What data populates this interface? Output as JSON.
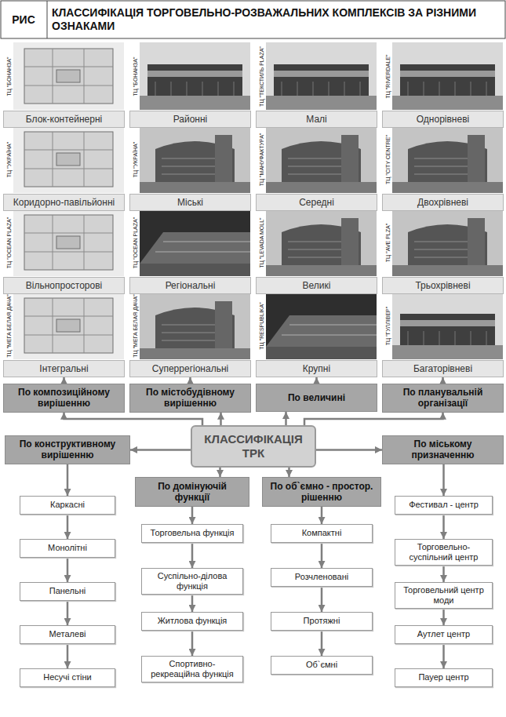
{
  "diagram": {
    "title": "КЛАССИФІКАЦІЯ ТОРГОВЕЛЬНО-РОЗВАЖАЛЬНИХ КОМПЛЕКСІВ ЗА РІЗНИМИ ОЗНАКАМИ",
    "nodes": [
      {
        "text": [
          "Блок-контейнерні"
        ]
      },
      {
        "text": [
          "Районні"
        ]
      },
      {
        "text": [
          "Малі"
        ]
      },
      {
        "text": [
          "Однорівневі"
        ]
      },
      {
        "text": [
          "Коридорно-павільйонні"
        ]
      },
      {
        "text": [
          "Міські"
        ]
      },
      {
        "text": [
          "Середні"
        ]
      },
      {
        "text": [
          "Двохрівневі"
        ]
      },
      {
        "text": [
          "Вільнопросторові"
        ]
      },
      {
        "text": [
          "Регіональні"
        ]
      },
      {
        "text": [
          "Великі"
        ]
      },
      {
        "text": [
          "Трьохрівневі"
        ]
      },
      {
        "text": [
          "Інтегральні"
        ]
      },
      {
        "text": [
          "Суперрегіональні"
        ]
      },
      {
        "text": [
          "Крупні"
        ]
      },
      {
        "text": [
          "Багаторівневі"
        ]
      },
      {
        "text": [
          "По композиційному вирішенню"
        ]
      },
      {
        "text": [
          "По містобудівному вирішенню"
        ]
      },
      {
        "text": [
          "По величині"
        ]
      },
      {
        "text": [
          "По планувальній організації"
        ]
      },
      {
        "text": [
          "КЛАССИФІКАЦІЯ ТРК"
        ]
      },
      {
        "text": [
          "По конструктивному вирішенню"
        ]
      },
      {
        "text": [
          "По домінуючій функції"
        ]
      },
      {
        "text": [
          "По об`ємно - простор. рішенню"
        ]
      },
      {
        "text": [
          "По міському призначенню"
        ]
      },
      {
        "text": [
          "Каркасні"
        ]
      },
      {
        "text": [
          "Монолітні"
        ]
      },
      {
        "text": [
          "Панельні"
        ]
      },
      {
        "text": [
          "Металеві"
        ]
      },
      {
        "text": [
          "Несучі стіни"
        ]
      },
      {
        "text": [
          "Торговельна функція"
        ]
      },
      {
        "text": [
          "Суспільно-ділова функція"
        ]
      },
      {
        "text": [
          "Житлова функція"
        ]
      },
      {
        "text": [
          "Спортивно-рекреаційна функція"
        ]
      },
      {
        "text": [
          "Компактні"
        ]
      },
      {
        "text": [
          "Розчленовані"
        ]
      },
      {
        "text": [
          "Протяжні"
        ]
      },
      {
        "text": [
          "Об`ємні"
        ]
      },
      {
        "text": [
          "Фестивал - центр"
        ]
      },
      {
        "text": [
          "Торговельно-суспільний центр"
        ]
      },
      {
        "text": [
          "Торговельний центр моди"
        ]
      },
      {
        "text": [
          "Аутлет центр"
        ]
      },
      {
        "text": [
          "Пауер центр"
        ]
      }
    ],
    "edges": [
      {
        "from": 16,
        "to": 12,
        "arrow": "to"
      },
      {
        "from": 17,
        "to": 13,
        "arrow": "to"
      },
      {
        "from": 18,
        "to": 14,
        "arrow": "to"
      },
      {
        "from": 19,
        "to": 15,
        "arrow": "to"
      },
      {
        "from": 20,
        "to": 16,
        "arrow": "to"
      },
      {
        "from": 20,
        "to": 17,
        "arrow": "to"
      },
      {
        "from": 20,
        "to": 18,
        "arrow": "to"
      },
      {
        "from": 20,
        "to": 19,
        "arrow": "to"
      },
      {
        "from": 20,
        "to": 21,
        "arrow": "to"
      },
      {
        "from": 20,
        "to": 22,
        "arrow": "to"
      },
      {
        "from": 20,
        "to": 23,
        "arrow": "to"
      },
      {
        "from": 20,
        "to": 24,
        "arrow": "to"
      },
      {
        "from": 21,
        "to": 25,
        "arrow": "to"
      },
      {
        "from": 25,
        "to": 26,
        "arrow": "to"
      },
      {
        "from": 26,
        "to": 27,
        "arrow": "to"
      },
      {
        "from": 27,
        "to": 28,
        "arrow": "to"
      },
      {
        "from": 28,
        "to": 29,
        "arrow": "to"
      },
      {
        "from": 22,
        "to": 30,
        "arrow": "to"
      },
      {
        "from": 30,
        "to": 31,
        "arrow": "to"
      },
      {
        "from": 31,
        "to": 32,
        "arrow": "to"
      },
      {
        "from": 32,
        "to": 33,
        "arrow": "to"
      },
      {
        "from": 23,
        "to": 34,
        "arrow": "to"
      },
      {
        "from": 34,
        "to": 35,
        "arrow": "to"
      },
      {
        "from": 35,
        "to": 36,
        "arrow": "to"
      },
      {
        "from": 36,
        "to": 37,
        "arrow": "to"
      },
      {
        "from": 24,
        "to": 38,
        "arrow": "to"
      },
      {
        "from": 38,
        "to": 39,
        "arrow": "to"
      },
      {
        "from": 39,
        "to": 40,
        "arrow": "to"
      },
      {
        "from": 40,
        "to": 41,
        "arrow": "to"
      },
      {
        "from": 41,
        "to": 42,
        "arrow": "to"
      }
    ],
    "labels": [
      "РИС",
      "ТЦ \"БОНАНЗА\"",
      "ТЦ \"БОНАНЗА\"",
      "ТЦ \"ТЕКСТИЛЬ PLAZA\"",
      "ТЦ \"RIVERDALE\"",
      "ТЦ \"УКРАЇНА\"",
      "ТЦ \"УКРАЇНА\"",
      "ТЦ \"МАНУФАКТУРА\"",
      "ТЦ \"CITY CENTRE\"",
      "ТЦ \"OCEAN PLAZA\"",
      "ТЦ \"OCEAN PLAZA\"",
      "ТЦ \"LEVADA MOLL\"",
      "ТЦ \"AVE PLZA\"",
      "ТЦ \"МЕГА БЕЛАЯ ДАЧА\"",
      "ТЦ \"МЕГА БЕЛАЯ ДАЧА\"",
      "ТЦ \"RESPUBLIKA\"",
      "ТЦ \"ГУЛЛІВЕР\""
    ]
  }
}
